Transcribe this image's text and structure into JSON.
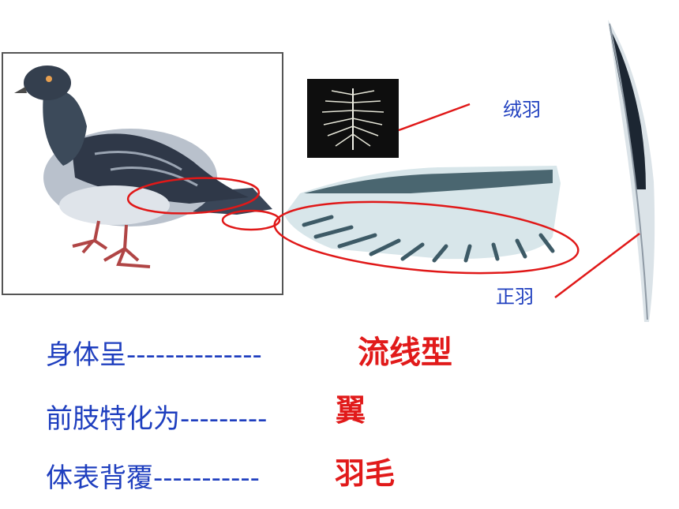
{
  "labels": {
    "down_feather": "绒羽",
    "contour_feather": "正羽"
  },
  "rows": [
    {
      "prompt": "身体呈--------------",
      "answer": "流线型"
    },
    {
      "prompt": "前肢特化为---------",
      "answer": "翼"
    },
    {
      "prompt": "体表背覆-----------",
      "answer": "羽毛"
    }
  ],
  "colors": {
    "prompt": "#1f3fbf",
    "answer": "#e11a1a",
    "annotation": "#e01818"
  }
}
